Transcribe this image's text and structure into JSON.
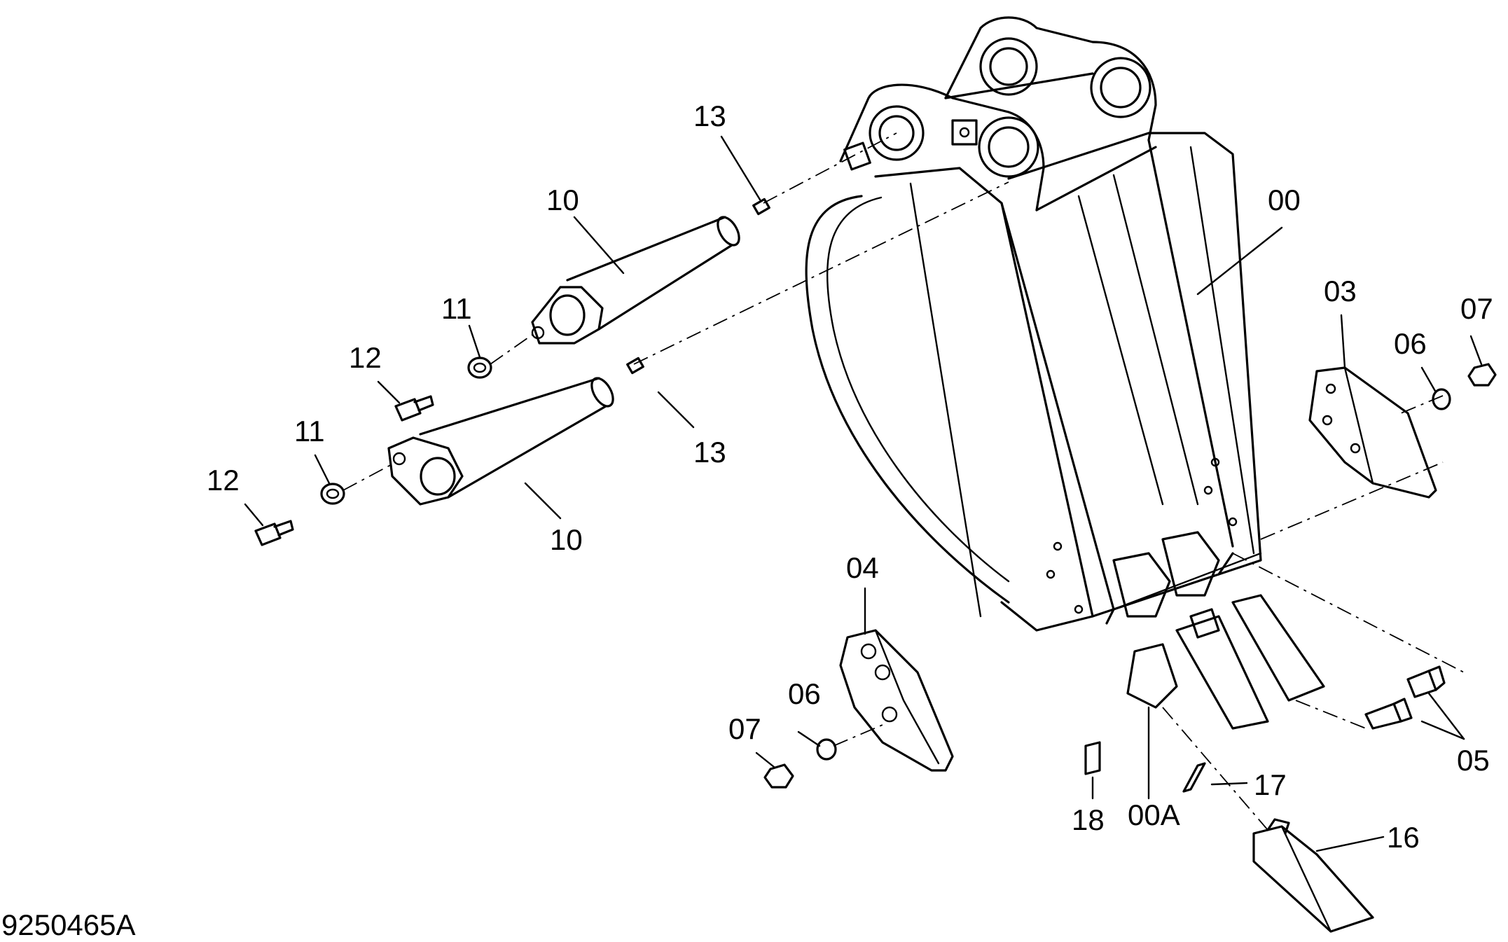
{
  "drawing_code": "9250465A",
  "callouts": {
    "c00": "00",
    "c00A": "00A",
    "c03": "03",
    "c04": "04",
    "c05": "05",
    "c06a": "06",
    "c06b": "06",
    "c07a": "07",
    "c07b": "07",
    "c10a": "10",
    "c10b": "10",
    "c11a": "11",
    "c11b": "11",
    "c12a": "12",
    "c12b": "12",
    "c13a": "13",
    "c13b": "13",
    "c16": "16",
    "c17": "17",
    "c18": "18"
  }
}
